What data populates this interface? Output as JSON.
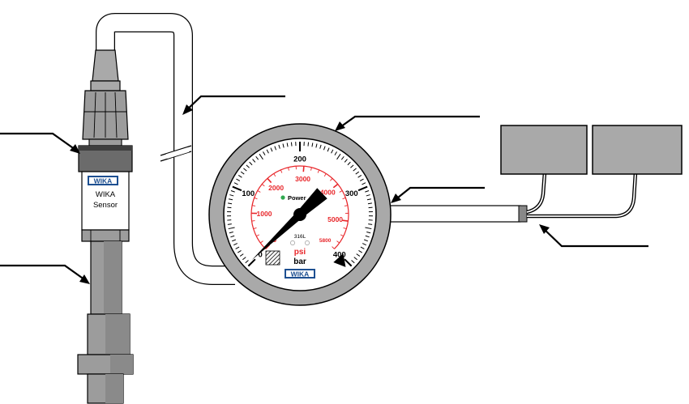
{
  "sensor": {
    "brand": "WIKA",
    "label_line1": "WIKA",
    "label_line2": "Sensor"
  },
  "gauge": {
    "brand": "WIKA",
    "power_label": "Power",
    "material_label": "316L",
    "unit_outer": "bar",
    "unit_inner": "psi",
    "bar_scale": {
      "min": 0,
      "max": 400,
      "major_labels": [
        "0",
        "100",
        "200",
        "300",
        "400"
      ]
    },
    "psi_scale": {
      "min": 0,
      "max": 5800,
      "labels": [
        "0",
        "1000",
        "2000",
        "3000",
        "4000",
        "5000",
        "5800"
      ]
    },
    "pointer_bar_value": 2
  },
  "colors": {
    "psi_red": "#e8262a",
    "case_gray": "#a9a9a9",
    "box_gray": "#a9a9a9",
    "wika_blue": "#1d4f91",
    "power_dot": "#2fa84f"
  },
  "icons": [
    "hatched-blowout-plug-icon"
  ]
}
